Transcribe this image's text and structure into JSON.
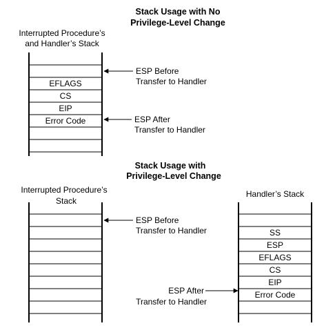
{
  "top": {
    "title_line1": "Stack Usage with No",
    "title_line2": "Privilege-Level Change",
    "stack_label_line1": "Interrupted Procedure’s",
    "stack_label_line2": "and Handler’s Stack",
    "cells": [
      "",
      "",
      "EFLAGS",
      "CS",
      "EIP",
      "Error Code",
      "",
      "",
      ""
    ],
    "esp_before_line1": "ESP Before",
    "esp_before_line2": "Transfer to Handler",
    "esp_after_line1": "ESP After",
    "esp_after_line2": "Transfer to Handler"
  },
  "bottom": {
    "title_line1": "Stack Usage with",
    "title_line2": "Privilege-Level Change",
    "left_label_line1": "Interrupted Procedure’s",
    "left_label_line2": "Stack",
    "left_cells": [
      "",
      "",
      "",
      "",
      "",
      "",
      "",
      "",
      ""
    ],
    "esp_before_line1": "ESP Before",
    "esp_before_line2": "Transfer to Handler",
    "right_label": "Handler’s Stack",
    "right_cells": [
      "",
      "",
      "SS",
      "ESP",
      "EFLAGS",
      "CS",
      "EIP",
      "Error Code",
      "",
      ""
    ],
    "esp_after_line1": "ESP After",
    "esp_after_line2": "Transfer to Handler"
  }
}
